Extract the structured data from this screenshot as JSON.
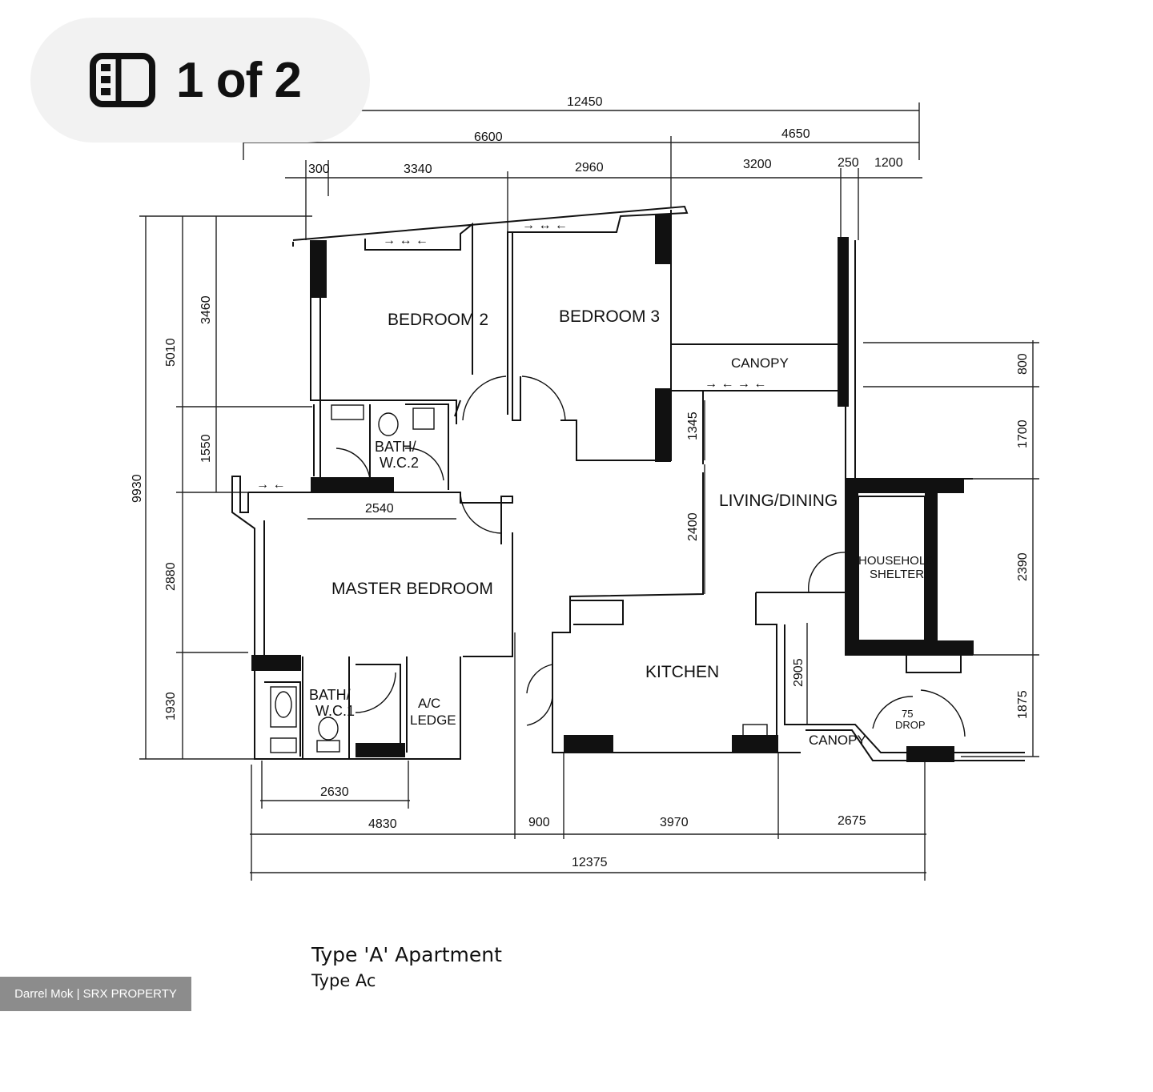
{
  "gallery": {
    "counter": "1 of 2",
    "icon": "gallery-icon"
  },
  "plan": {
    "rooms": {
      "bedroom2": "BEDROOM 2",
      "bedroom3": "BEDROOM 3",
      "canopy_top": "CANOPY",
      "bath2_a": "BATH/",
      "bath2_b": "W.C.2",
      "living": "LIVING/DINING",
      "household_a": "HOUSEHOLD",
      "household_b": "SHELTER",
      "master": "MASTER BEDROOM",
      "kitchen": "KITCHEN",
      "bath1_a": "BATH/",
      "bath1_b": "W.C.1",
      "ac_a": "A/C",
      "ac_b": "LEDGE",
      "canopy_bottom": "CANOPY",
      "drop_a": "75",
      "drop_b": "DROP"
    },
    "dims": {
      "top_total": "12450",
      "top_left": "6600",
      "top_right": "4650",
      "t_300": "300",
      "t_3340": "3340",
      "t_2960": "2960",
      "t_3200": "3200",
      "t_250": "250",
      "t_1200": "1200",
      "left_total": "9930",
      "l_5010": "5010",
      "l_3460": "3460",
      "l_1550": "1550",
      "l_2880": "2880",
      "l_1930": "1930",
      "r_800": "800",
      "r_1700": "1700",
      "r_2390": "2390",
      "r_1875": "1875",
      "i_2540": "2540",
      "i_1345": "1345",
      "i_2400": "2400",
      "i_2905": "2905",
      "b_2630": "2630",
      "b_4830": "4830",
      "b_900": "900",
      "b_3970": "3970",
      "b_2675": "2675",
      "bottom_total": "12375"
    }
  },
  "caption": {
    "line1": "Type 'A' Apartment",
    "line2": "Type Ac"
  },
  "watermark": "Darrel Mok | SRX PROPERTY"
}
